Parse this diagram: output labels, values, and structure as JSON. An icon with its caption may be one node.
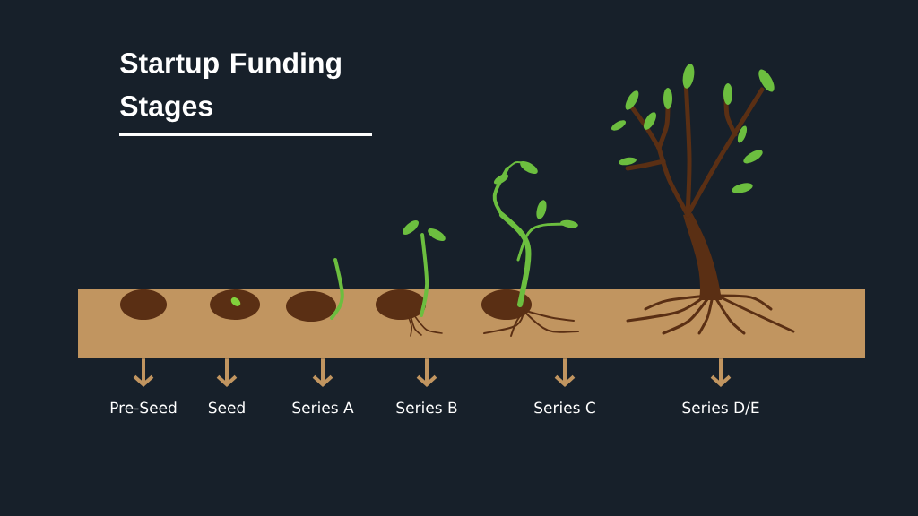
{
  "diagram": {
    "title": "Startup Funding Stages",
    "nodes": [
      {
        "text": [],
        "shape": "bar"
      },
      {
        "text": [
          "Pre-Seed"
        ]
      },
      {
        "text": [
          "Seed"
        ]
      },
      {
        "text": [
          "Series A"
        ]
      },
      {
        "text": [
          "Series B"
        ]
      },
      {
        "text": [
          "Series C"
        ]
      },
      {
        "text": [
          "Series D/E"
        ]
      }
    ],
    "edges": [
      {
        "from": 0,
        "to": 1,
        "arrow": "to"
      },
      {
        "from": 0,
        "to": 2,
        "arrow": "to"
      },
      {
        "from": 0,
        "to": 3,
        "arrow": "to"
      },
      {
        "from": 0,
        "to": 4,
        "arrow": "to"
      },
      {
        "from": 0,
        "to": 5,
        "arrow": "to"
      },
      {
        "from": 0,
        "to": 6,
        "arrow": "to"
      }
    ]
  }
}
